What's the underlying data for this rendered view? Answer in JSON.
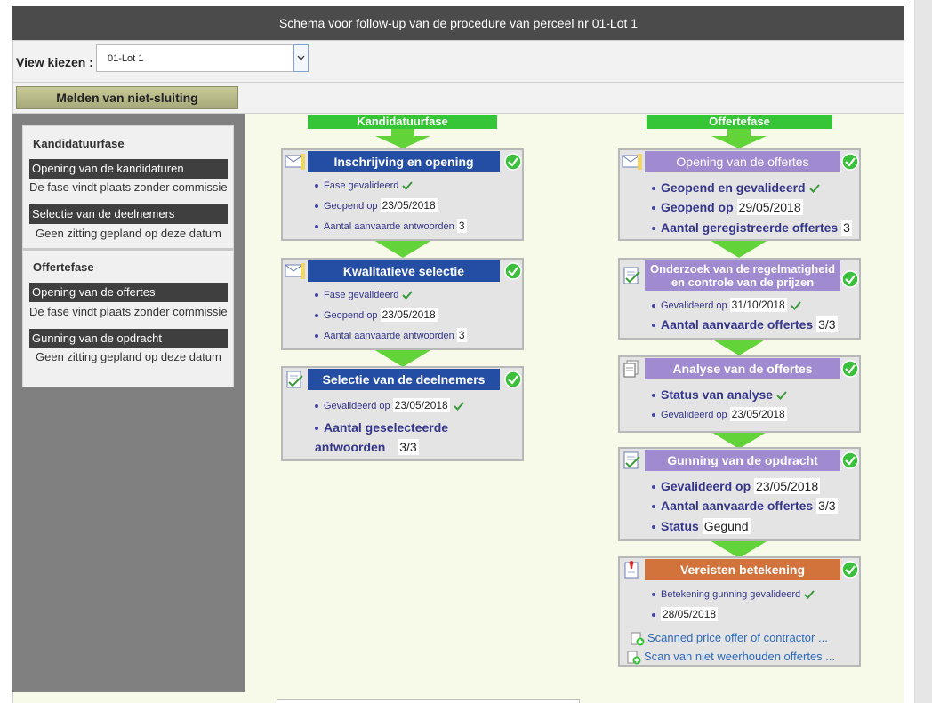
{
  "title": "Schema voor follow-up van de procedure van perceel nr 01-Lot 1",
  "view": {
    "label": "View kiezen :",
    "selected": "01-Lot 1"
  },
  "actions": {
    "nonclosure_label": "Melden van niet-sluiting"
  },
  "sidebar": {
    "phase1": "Kandidatuurfase",
    "phase1_items": [
      {
        "label": "Opening van de kandidaturen",
        "note": "De fase vindt plaats zonder commissie"
      },
      {
        "label": "Selectie van de deelnemers",
        "note": "Geen zitting gepland op deze datum"
      }
    ],
    "phase2": "Offertefase",
    "phase2_items": [
      {
        "label": "Opening van de offertes",
        "note": "De fase vindt plaats zonder commissie"
      },
      {
        "label": "Gunning van de opdracht",
        "note": "Geen zitting gepland op deze datum"
      }
    ]
  },
  "left_column": {
    "title": "Kandidatuurfase",
    "cards": [
      {
        "title": "Inschrijving en opening",
        "icon": "envelope-icon",
        "rows": [
          {
            "label": "Fase gevalideerd",
            "value": "",
            "check": true
          },
          {
            "label": "Geopend op",
            "value": "23/05/2018"
          },
          {
            "label": "Aantal aanvaarde antwoorden",
            "value": "3"
          }
        ]
      },
      {
        "title": "Kwalitatieve selectie",
        "icon": "envelope-icon",
        "rows": [
          {
            "label": "Fase gevalideerd",
            "value": "",
            "check": true
          },
          {
            "label": "Geopend op",
            "value": "23/05/2018"
          },
          {
            "label": "Aantal aanvaarde antwoorden",
            "value": "3"
          }
        ]
      },
      {
        "title": "Selectie van de deelnemers",
        "icon": "document-check-icon",
        "rows": [
          {
            "label": "Gevalideerd op",
            "value": "23/05/2018",
            "check": true
          },
          {
            "label": "Aantal geselecteerde antwoorden",
            "value": "3/3"
          }
        ]
      }
    ]
  },
  "right_column": {
    "title": "Offertefase",
    "cards": [
      {
        "title": "Opening van de offertes",
        "icon": "envelope-icon",
        "rows": [
          {
            "label": "Geopend en gevalideerd",
            "value": "",
            "check": true
          },
          {
            "label": "Geopend op",
            "value": "29/05/2018"
          },
          {
            "label": "Aantal geregistreerde offertes",
            "value": "3"
          }
        ]
      },
      {
        "title": "Onderzoek van de regelmatigheid en controle van de prijzen",
        "title_line1": "Onderzoek van de regelmatigheid",
        "title_line2": "en controle van de prijzen",
        "icon": "document-check-icon",
        "rows": [
          {
            "label": "Gevalideerd op",
            "value": "31/10/2018",
            "check": true
          },
          {
            "label": "Aantal aanvaarde offertes",
            "value": "3/3"
          }
        ]
      },
      {
        "title": "Analyse van de offertes",
        "icon": "documents-icon",
        "rows": [
          {
            "label": "Status van analyse",
            "value": "",
            "check": true
          },
          {
            "label": "Gevalideerd op",
            "value": "23/05/2018"
          }
        ]
      },
      {
        "title": "Gunning van de opdracht",
        "icon": "document-check-icon",
        "rows": [
          {
            "label": "Gevalideerd op",
            "value": "23/05/2018"
          },
          {
            "label": "Aantal aanvaarde offertes",
            "value": "3/3"
          },
          {
            "label": "Status",
            "value": "Gegund"
          }
        ]
      },
      {
        "title": "Vereisten betekening",
        "icon": "notification-icon",
        "rows": [
          {
            "label": "Betekening gunning gevalideerd",
            "value": "",
            "check": true
          },
          {
            "label": "",
            "value": "28/05/2018"
          }
        ],
        "links": [
          "Scanned price offer of contractor ...",
          "Scan van niet weerhouden offertes ..."
        ]
      }
    ]
  },
  "colors": {
    "title_bar": "#4b4b4b",
    "phase_green": "#36c536",
    "card_blue": "#234ea3",
    "card_purple": "#a08ad0",
    "card_orange": "#d1733b",
    "sidebar_gray": "#808080"
  }
}
